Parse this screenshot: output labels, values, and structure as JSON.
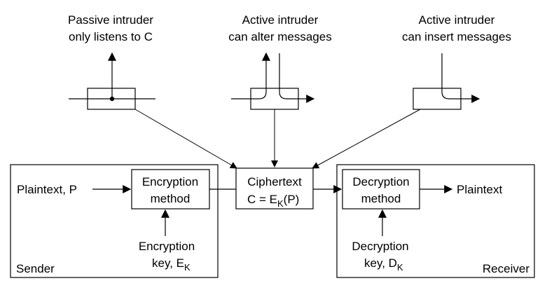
{
  "intruders": {
    "passive": {
      "line1": "Passive intruder",
      "line2": "only listens to C"
    },
    "alter": {
      "line1": "Active intruder",
      "line2": "can alter messages"
    },
    "insert": {
      "line1": "Active intruder",
      "line2": "can insert messages"
    }
  },
  "sender": {
    "label": "Sender",
    "plaintext_in": "Plaintext, P",
    "method_line1": "Encryption",
    "method_line2": "method",
    "key_line1": "Encryption",
    "key_line2_prefix": "key, E",
    "key_line2_sub": "K"
  },
  "channel": {
    "line1": "Ciphertext",
    "line2_prefix": "C = E",
    "line2_sub": "K",
    "line2_suffix": "(P)"
  },
  "receiver": {
    "label": "Receiver",
    "plaintext_out": "Plaintext",
    "method_line1": "Decryption",
    "method_line2": "method",
    "key_line1": "Decryption",
    "key_line2_prefix": "key, D",
    "key_line2_sub": "K"
  }
}
